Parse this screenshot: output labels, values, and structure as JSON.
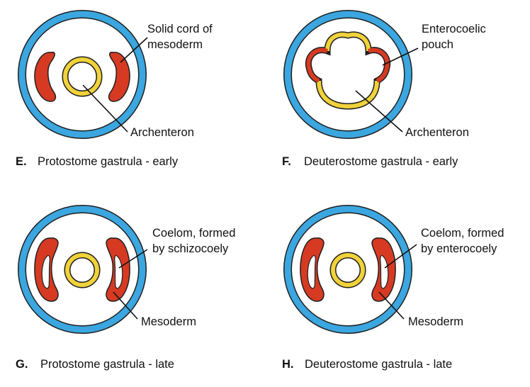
{
  "colors": {
    "ectoderm": "#3ba6df",
    "mesoderm": "#d63a22",
    "endoderm": "#f0d23a",
    "outline": "#1f1f1f",
    "background": "#ffffff"
  },
  "panels": [
    {
      "id": "E",
      "letter": "E.",
      "caption": "Protostome gastrula - early",
      "labels": [
        "Solid cord of",
        "mesoderm",
        "Archenteron"
      ]
    },
    {
      "id": "F",
      "letter": "F.",
      "caption": "Deuterostome gastrula - early",
      "labels": [
        "Enterocoelic",
        "pouch",
        "Archenteron"
      ]
    },
    {
      "id": "G",
      "letter": "G.",
      "caption": "Protostome gastrula - late",
      "labels": [
        "Coelom, formed",
        "by schizocoely",
        "Mesoderm"
      ]
    },
    {
      "id": "H",
      "letter": "H.",
      "caption": "Deuterostome gastrula - late",
      "labels": [
        "Coelom, formed",
        "by enterocoely",
        "Mesoderm"
      ]
    }
  ]
}
